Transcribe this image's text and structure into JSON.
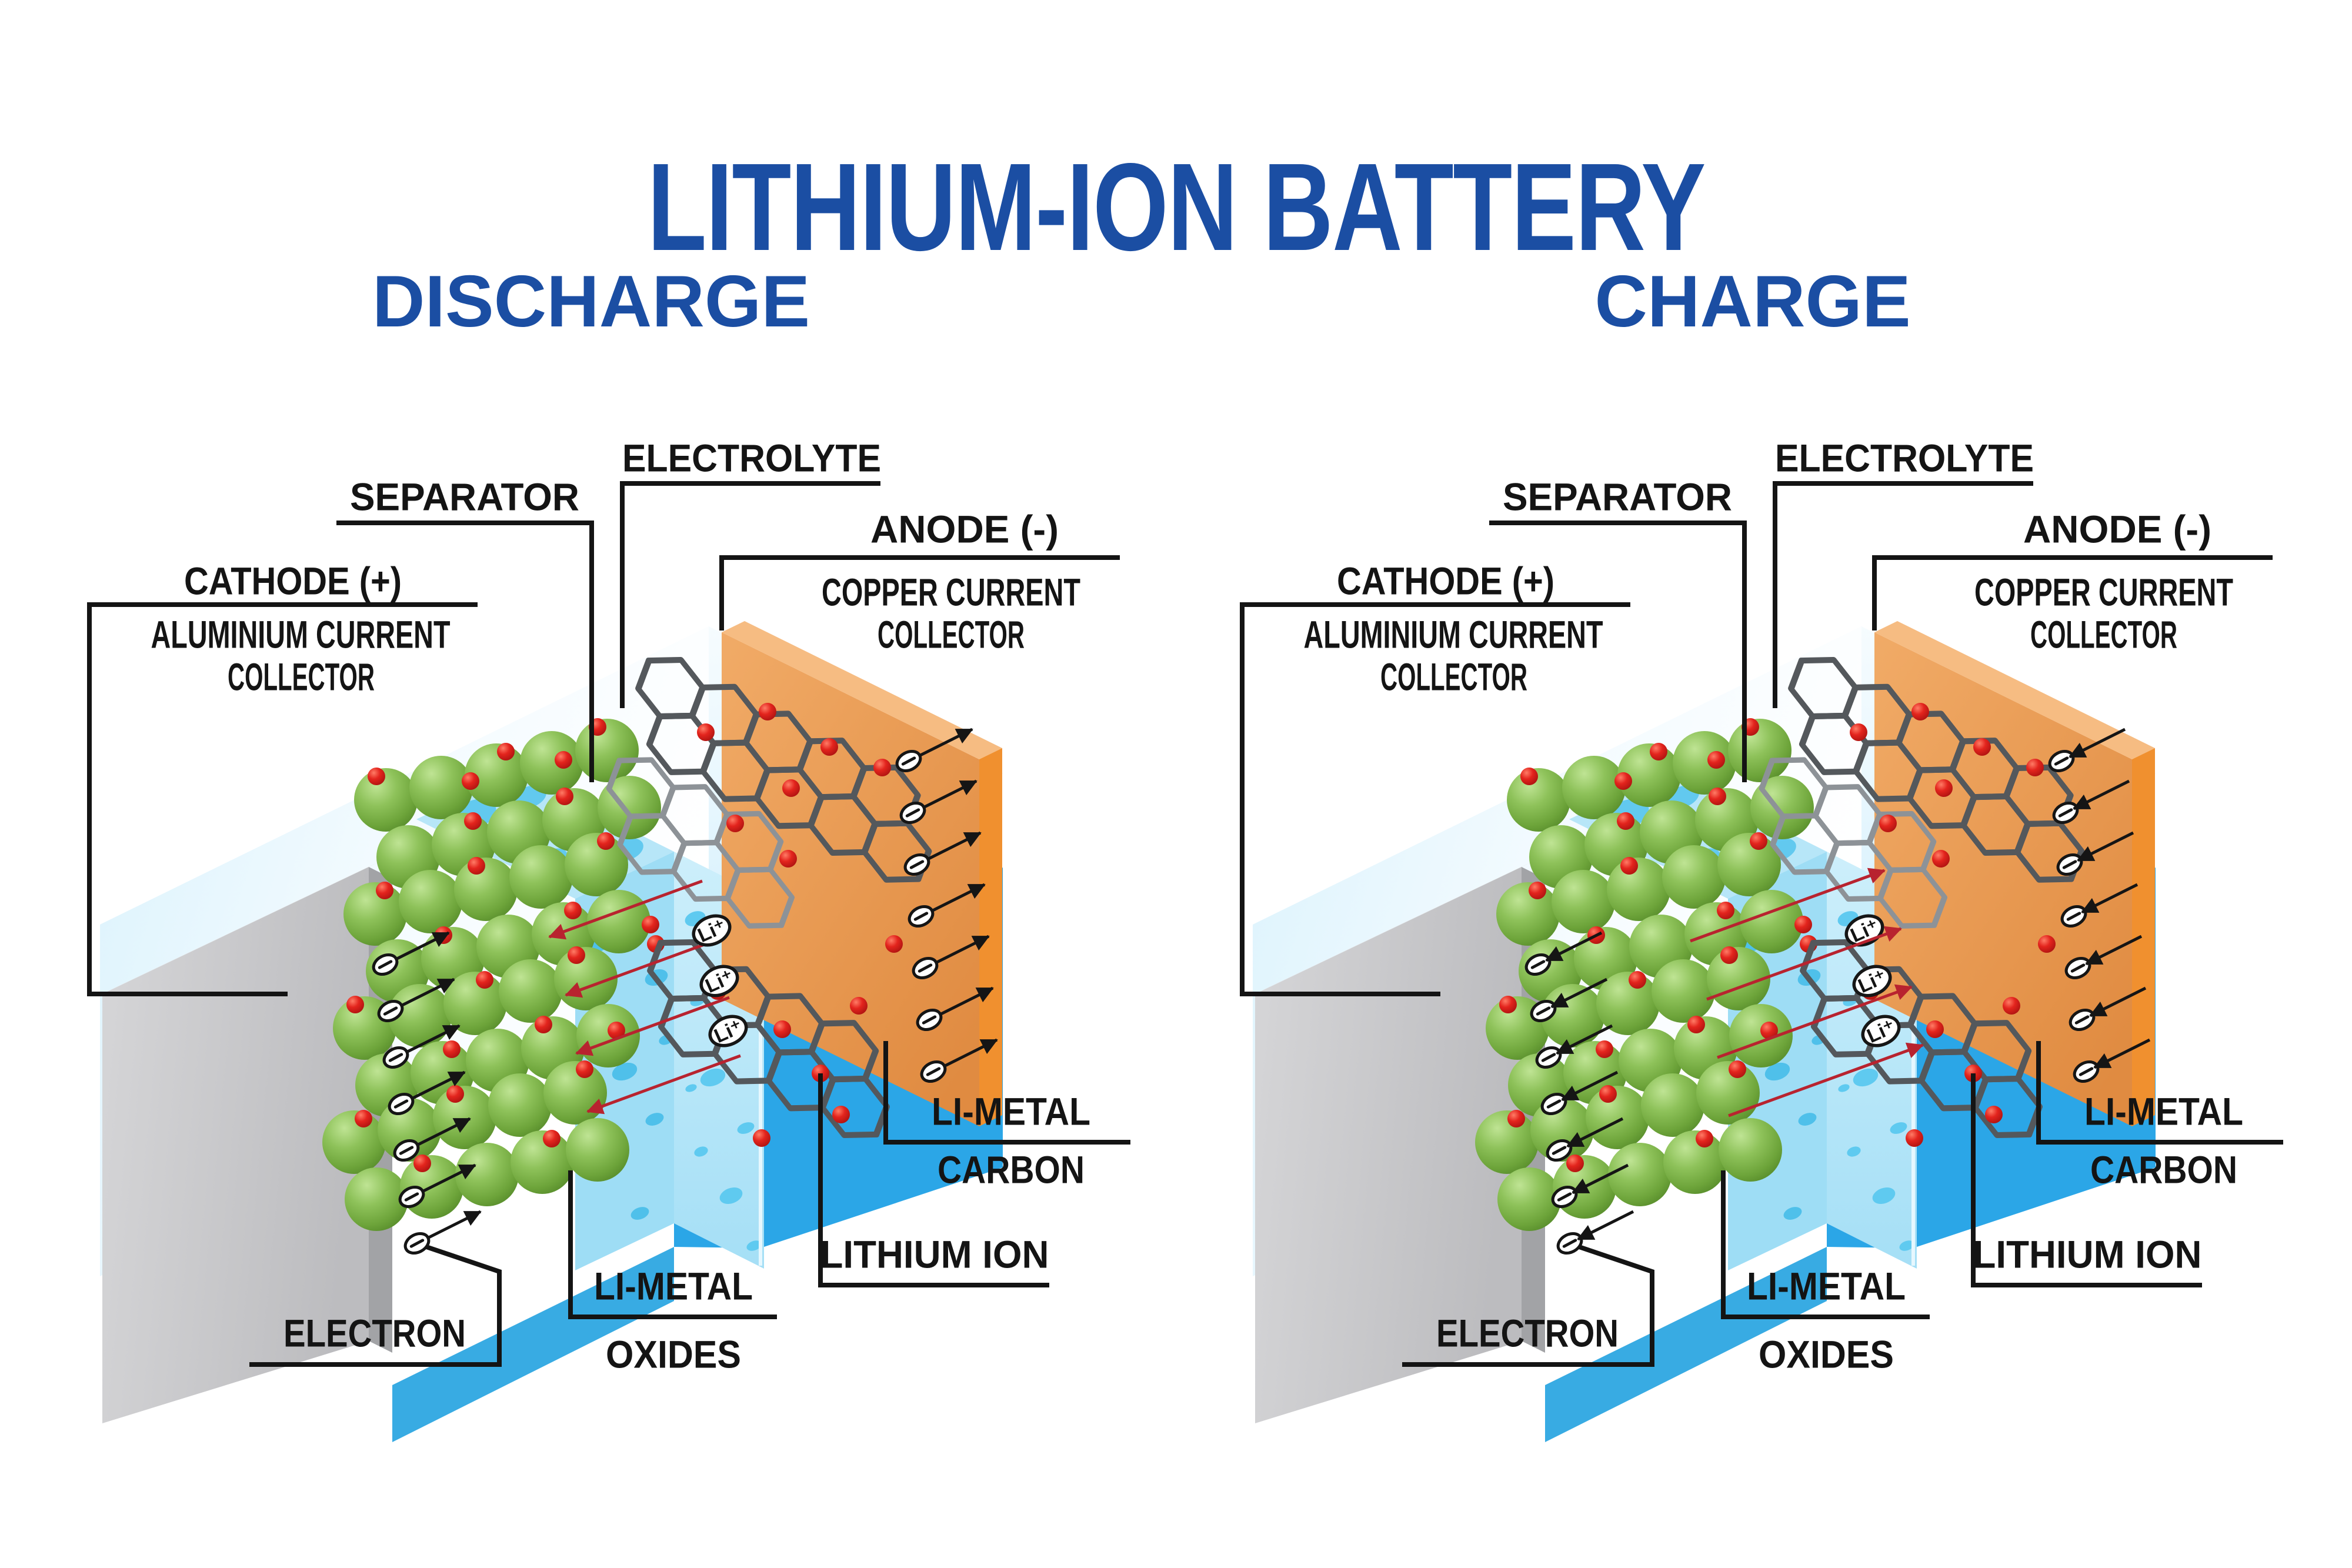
{
  "title": "LITHIUM-ION BATTERY",
  "sections": [
    {
      "header": "DISCHARGE",
      "mode": "discharge"
    },
    {
      "header": "CHARGE",
      "mode": "charge"
    }
  ],
  "diagram_labels": {
    "separator": "SEPARATOR",
    "electrolyte": "ELECTROLYTE",
    "anode": "ANODE (-)",
    "anode_collector_line1": "COPPER CURRENT",
    "anode_collector_line2": "COLLECTOR",
    "cathode": "CATHODE (+)",
    "cathode_collector_line1": "ALUMINIUM CURRENT",
    "cathode_collector_line2": "COLLECTOR",
    "li_metal_carbon_line1": "LI-METAL",
    "li_metal_carbon_line2": "CARBON",
    "lithium_ion": "LITHIUM ION",
    "electron": "ELECTRON",
    "li_metal_oxides_line1": "LI-METAL",
    "li_metal_oxides_line2": "OXIDES"
  },
  "symbols": {
    "li_ion": "Li⁺",
    "electron_minus": "−"
  },
  "colors": {
    "heading_blue": "#1b4ea3",
    "label_black": "#141414",
    "copper_collector_orange": "#e9984f",
    "aluminium_collector_gray": "#c6c6c8",
    "electrolyte_light_blue": "#cdeefb",
    "separator_blue": "#a9e0f6",
    "anode_blue": "#2ba6e7",
    "li_metal_oxide_green": "#7eb646",
    "lithium_red": "#e3241d",
    "carbon_dark_gray": "#54585c",
    "arrow_red": "#b8232f"
  }
}
